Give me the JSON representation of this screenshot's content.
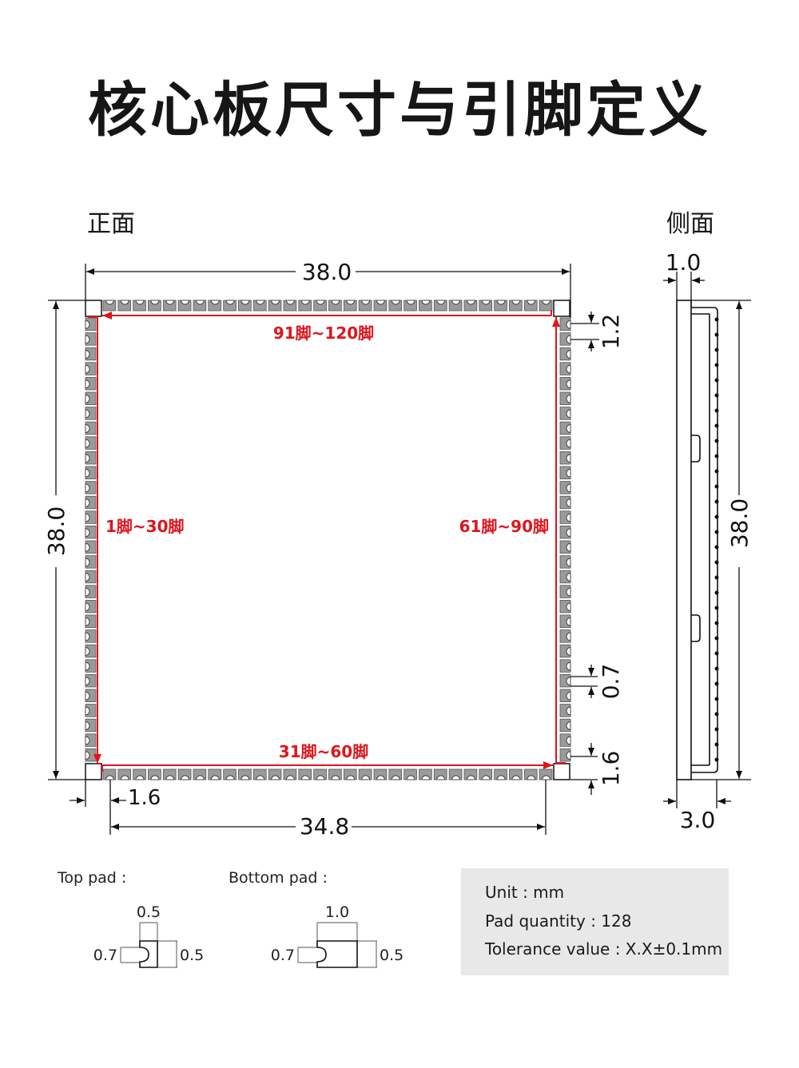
{
  "title": "核心板尺寸与引脚定义",
  "views": {
    "front_label": "正面",
    "side_label": "侧面"
  },
  "front_view": {
    "width_dim": "38.0",
    "height_dim": "38.0",
    "inner_width_dim": "34.8",
    "corner_offset_dim": "1.6",
    "pitch_dim": "1.2",
    "pad_width_dim": "0.7",
    "corner_right_dim": "1.6",
    "pin_groups": {
      "top": "91脚~120脚",
      "left": "1脚~30脚",
      "right": "61脚~90脚",
      "bottom": "31脚~60脚"
    }
  },
  "side_view": {
    "top_dim": "1.0",
    "height_dim": "38.0",
    "thickness_dim": "3.0"
  },
  "pads": {
    "top_label": "Top pad :",
    "top_width": "0.5",
    "top_left": "0.7",
    "top_right": "0.5",
    "bottom_label": "Bottom pad :",
    "bottom_width": "1.0",
    "bottom_left": "0.7",
    "bottom_right": "0.5"
  },
  "info": {
    "unit": "Unit : mm",
    "pad_quantity": "Pad quantity : 128",
    "tolerance": "Tolerance value : X.X±0.1mm"
  },
  "colors": {
    "accent_red": "#e0141c",
    "line": "#111111",
    "pad_gray": "#8c8c8c",
    "info_bg": "#e8e8e8"
  }
}
